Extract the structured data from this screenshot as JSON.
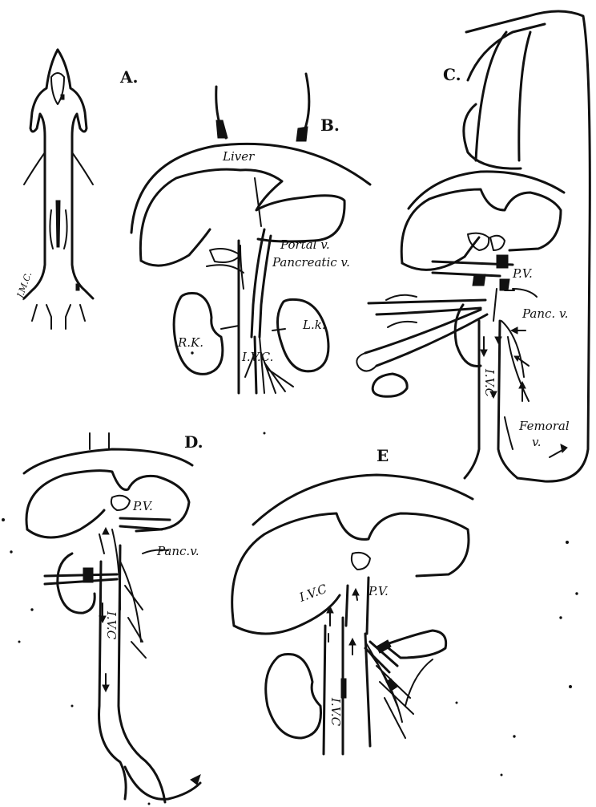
{
  "panels": {
    "a": "A.",
    "b": "B.",
    "c": "C.",
    "d": "D.",
    "e": "E"
  },
  "signature": "J.M.C.",
  "labels": {
    "b_liver": "Liver",
    "b_portal": "Portal v.",
    "b_pancreatic": "Pancreatic v.",
    "b_rk": "R.K.",
    "b_lk": "L.k.",
    "b_ivc": "I.V.C.",
    "c_pv": "P.V.",
    "c_panc": "Panc. v.",
    "c_ivc": "I.V.C",
    "c_femoral": "Femoral",
    "c_femoral_v": "v.",
    "d_pv": "P.V.",
    "d_panc": "Panc.v.",
    "d_ivc": "I.V.C",
    "e_ivc": "I.V.C",
    "e_pv": "P.V.",
    "e_ivc_lower": "I.V.C"
  }
}
